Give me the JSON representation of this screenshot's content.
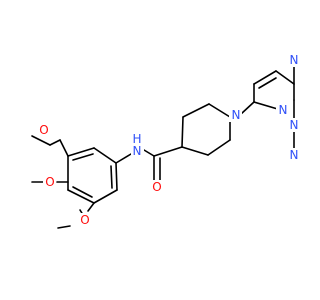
{
  "molecule": {
    "atoms": {
      "o_top": {
        "label": "O",
        "color": "#FF0D0D"
      },
      "o_mid": {
        "label": "O",
        "color": "#FF0D0D"
      },
      "o_bot": {
        "label": "O",
        "color": "#FF0D0D"
      },
      "o_amide": {
        "label": "O",
        "color": "#FF0D0D"
      },
      "n_amide": {
        "label": "N",
        "color": "#3050F8"
      },
      "h_amide": {
        "label": "H",
        "color": "#3050F8"
      },
      "n_pip": {
        "label": "N",
        "color": "#3050F8"
      },
      "n_pyr1": {
        "label": "N",
        "color": "#3050F8"
      },
      "n_pyr2": {
        "label": "N",
        "color": "#3050F8"
      },
      "n_tri1": {
        "label": "N",
        "color": "#3050F8"
      },
      "n_tri2": {
        "label": "N",
        "color": "#3050F8"
      }
    },
    "colors": {
      "bond": "#000000",
      "oxygen": "#FF0D0D",
      "nitrogen": "#3050F8",
      "background": "#ffffff"
    }
  }
}
